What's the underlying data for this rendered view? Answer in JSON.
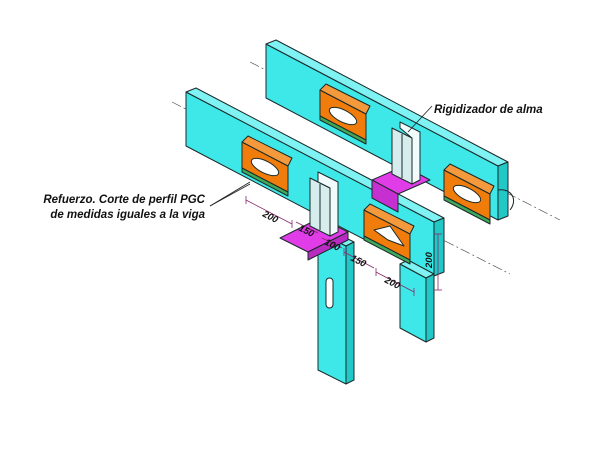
{
  "colors": {
    "beam": "#3fe8e8",
    "plate": "#f07c0c",
    "stiffener": "#d7ecec",
    "reinforcement": "#e03ce8",
    "outline": "#1a2a2a",
    "dimension": "#8a2a6a"
  },
  "annotations": {
    "stiffener_label": "Rigidizador de alma",
    "reinforcement_label_line1": "Refuerzo. Corte de perfil PGC",
    "reinforcement_label_line2": "de medidas iguales a la viga"
  },
  "dimensions": {
    "left_200": "200",
    "left_150": "150",
    "mid_100": "100",
    "mid_150": "150",
    "right_200": "200",
    "vertical_200": "200"
  }
}
